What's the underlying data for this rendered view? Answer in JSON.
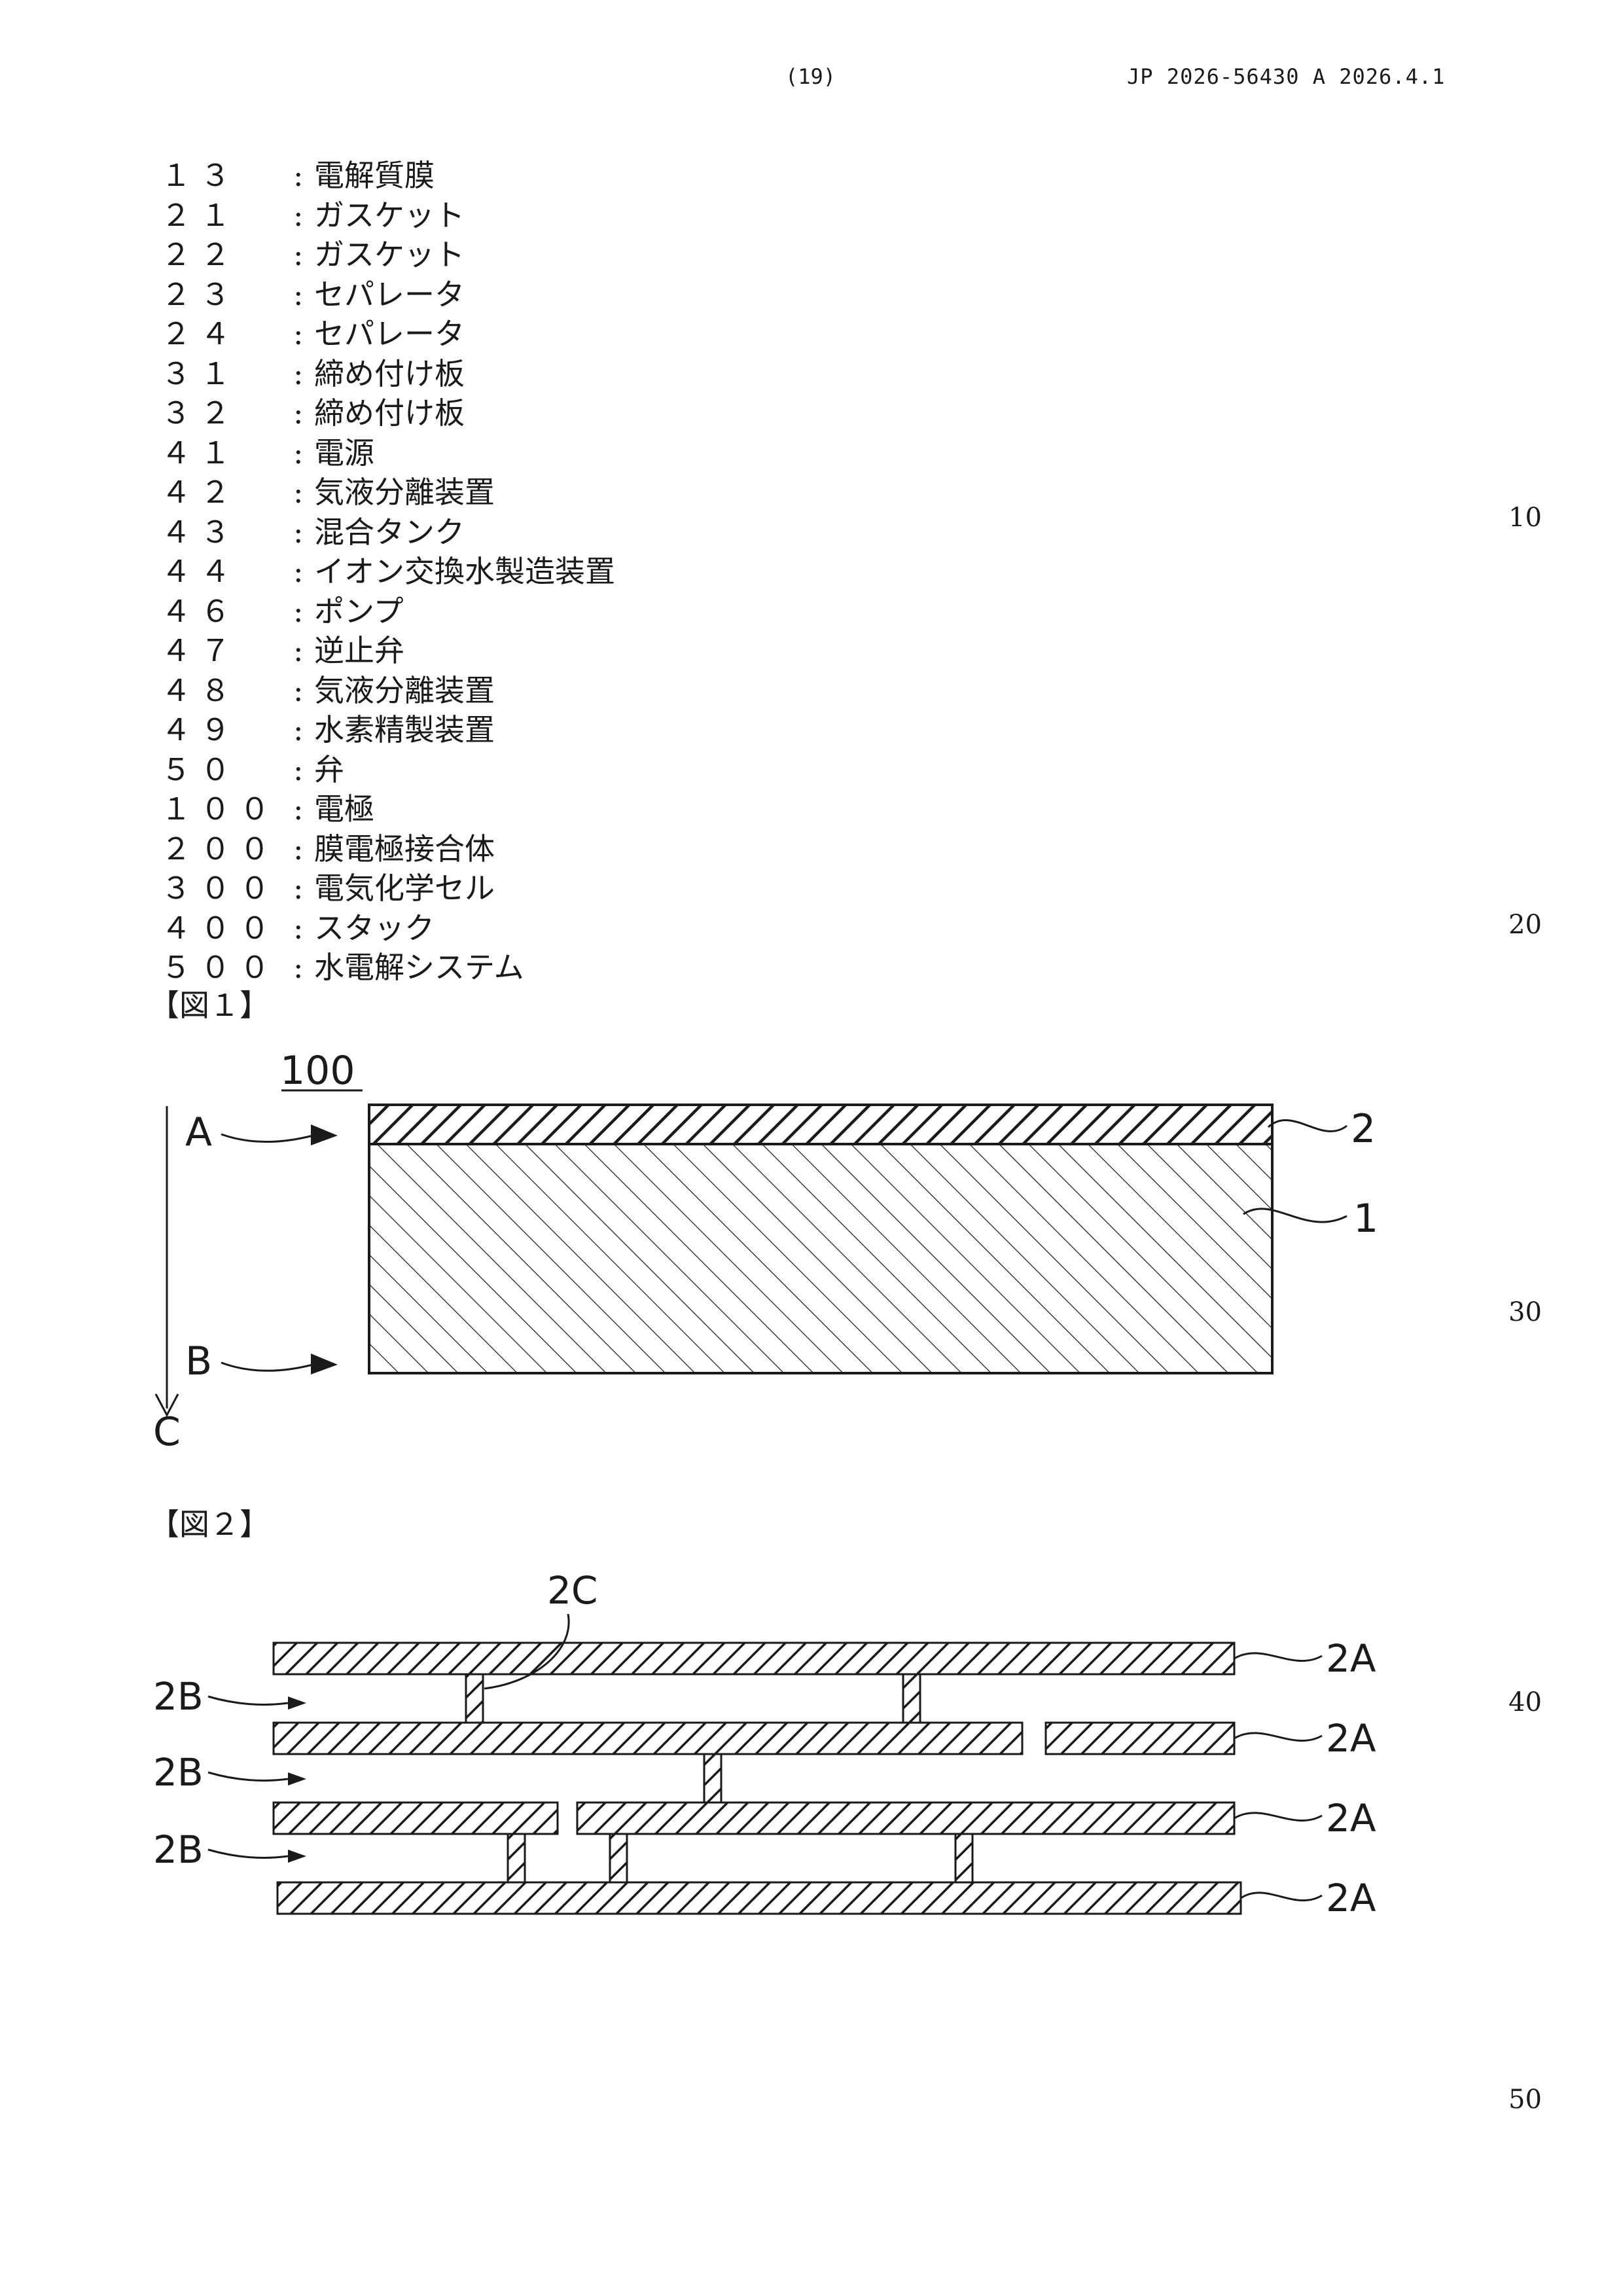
{
  "header": {
    "page_number": "(19)",
    "publication_info": "JP  2026-56430  A  2026.4.1"
  },
  "reference_signs": [
    {
      "num": "１３",
      "label": "電解質膜"
    },
    {
      "num": "２１",
      "label": "ガスケット"
    },
    {
      "num": "２２",
      "label": "ガスケット"
    },
    {
      "num": "２３",
      "label": "セパレータ"
    },
    {
      "num": "２４",
      "label": "セパレータ"
    },
    {
      "num": "３１",
      "label": "締め付け板"
    },
    {
      "num": "３２",
      "label": "締め付け板"
    },
    {
      "num": "４１",
      "label": "電源"
    },
    {
      "num": "４２",
      "label": "気液分離装置"
    },
    {
      "num": "４３",
      "label": "混合タンク"
    },
    {
      "num": "４４",
      "label": "イオン交換水製造装置"
    },
    {
      "num": "４６",
      "label": "ポンプ"
    },
    {
      "num": "４７",
      "label": "逆止弁"
    },
    {
      "num": "４８",
      "label": "気液分離装置"
    },
    {
      "num": "４９",
      "label": "水素精製装置"
    },
    {
      "num": "５０",
      "label": "弁"
    },
    {
      "num": "１００",
      "label": "電極"
    },
    {
      "num": "２００",
      "label": "膜電極接合体"
    },
    {
      "num": "３００",
      "label": "電気化学セル"
    },
    {
      "num": "４００",
      "label": "スタック"
    },
    {
      "num": "５００",
      "label": "水電解システム"
    }
  ],
  "line_numbers": [
    "10",
    "20",
    "30",
    "40",
    "50"
  ],
  "figure1": {
    "label": "【図１】",
    "ref": "100",
    "arrow_a": "A",
    "arrow_b": "B",
    "direction": "C",
    "layer_top": "2",
    "layer_bottom": "1"
  },
  "figure2": {
    "label": "【図２】",
    "connector": "2C",
    "gap": "2B",
    "layer": "2A"
  },
  "colors": {
    "ink": "#1a1a1a",
    "paper": "#ffffff"
  }
}
